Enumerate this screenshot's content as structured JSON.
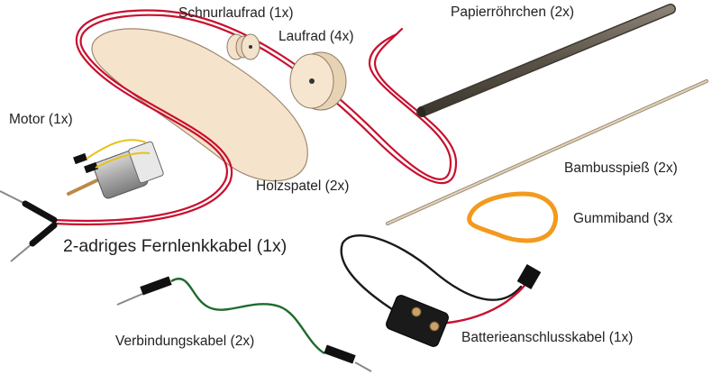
{
  "labels": {
    "schnurlaufrad": "Schnurlaufrad (1x)",
    "laufrad": "Laufrad (4x)",
    "papierroehrchen": "Papierröhrchen (2x)",
    "motor": "Motor (1x)",
    "holzspatel": "Holzspatel (2x)",
    "bambusspiess": "Bambusspieß (2x)",
    "gummiband": "Gummiband (3x",
    "fernlenkkabel": "2-adriges Fernlenkkabel (1x)",
    "verbindungskabel": "Verbindungskabel (2x)",
    "batterieanschlusskabel": "Batterieanschlusskabel (1x)"
  },
  "colors": {
    "wire_red": "#c8102e",
    "wire_black": "#1a1a1a",
    "wire_green": "#1e6b2e",
    "rubber_band": "#f39a1e",
    "wood": "#f6e3cc",
    "paper_tube": "#5a5348",
    "skewer": "#d9c8b0"
  }
}
